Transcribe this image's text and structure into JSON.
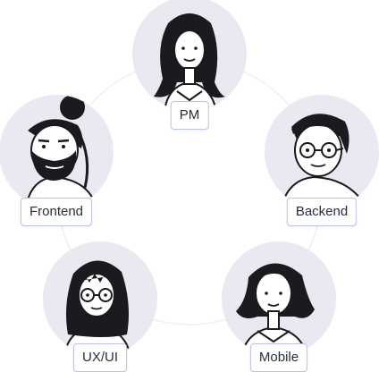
{
  "team": {
    "members": [
      {
        "role": "PM",
        "avatar_icon": "woman-long-hair-portrait-icon"
      },
      {
        "role": "Frontend",
        "avatar_icon": "bearded-man-man-bun-portrait-icon"
      },
      {
        "role": "Backend",
        "avatar_icon": "man-glasses-portrait-icon"
      },
      {
        "role": "UX/UI",
        "avatar_icon": "woman-bangs-glasses-portrait-icon"
      },
      {
        "role": "Mobile",
        "avatar_icon": "woman-bob-hair-portrait-icon"
      }
    ]
  },
  "colors": {
    "avatar_background": "#e9eaf1",
    "label_border": "#bcc3ea",
    "ring_line": "#eeeff3",
    "ink": "#1b1b1f"
  }
}
